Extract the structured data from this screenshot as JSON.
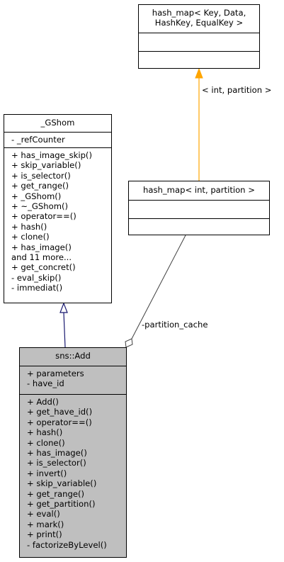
{
  "classes": {
    "hashmap_generic": {
      "title_lines": [
        "hash_map< Key, Data,",
        "HashKey, EqualKey >"
      ],
      "attributes": [],
      "methods": []
    },
    "gshom": {
      "title": "_GShom",
      "attributes": [
        "- _refCounter"
      ],
      "methods": [
        "+ has_image_skip()",
        "+ skip_variable()",
        "+ is_selector()",
        "+ get_range()",
        "+ _GShom()",
        "+ ~_GShom()",
        "+ operator==()",
        "+ hash()",
        "+ clone()",
        "+ has_image()",
        "and 11 more...",
        "+ get_concret()",
        "- eval_skip()",
        "- immediat()"
      ]
    },
    "hashmap_int": {
      "title": "hash_map< int, partition >",
      "attributes": [],
      "methods": []
    },
    "add": {
      "title": "sns::Add",
      "attributes": [
        "+ parameters",
        "- have_id"
      ],
      "methods": [
        "+ Add()",
        "+ get_have_id()",
        "+ operator==()",
        "+ hash()",
        "+ clone()",
        "+ has_image()",
        "+ is_selector()",
        "+ invert()",
        "+ skip_variable()",
        "+ get_range()",
        "+ get_partition()",
        "+ eval()",
        "+ mark()",
        "+ print()",
        "- factorizeByLevel()"
      ]
    }
  },
  "edges": {
    "template_label": "< int, partition >",
    "cache_label": "-partition_cache"
  },
  "colors": {
    "template_edge": "#ffa500",
    "inherit_edge": "#191970",
    "assoc_edge": "#404040",
    "highlight_fill": "#bfbfbf"
  }
}
